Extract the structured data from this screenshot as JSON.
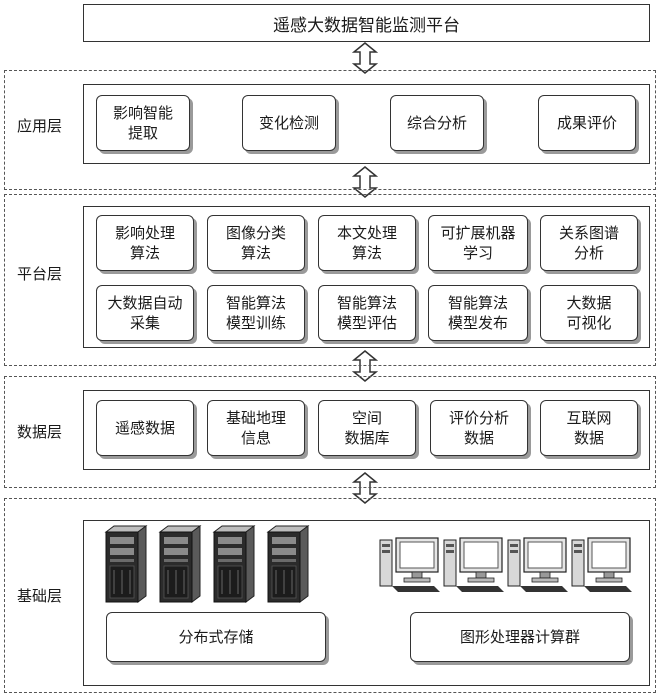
{
  "platform_title": "遥感大数据智能监测平台",
  "layers": {
    "application": {
      "label": "应用层",
      "modules": [
        "影响智能\n提取",
        "变化检测",
        "综合分析",
        "成果评价"
      ]
    },
    "platform": {
      "label": "平台层",
      "row1": [
        "影响处理\n算法",
        "图像分类\n算法",
        "本文处理\n算法",
        "可扩展机器\n学习",
        "关系图谱\n分析"
      ],
      "row2": [
        "大数据自动\n采集",
        "智能算法\n模型训练",
        "智能算法\n模型评估",
        "智能算法\n模型发布",
        "大数据\n可视化"
      ]
    },
    "data": {
      "label": "数据层",
      "modules": [
        "遥感数据",
        "基础地理\n信息",
        "空间\n数据库",
        "评价分析\n数据",
        "互联网\n数据"
      ]
    },
    "infrastructure": {
      "label": "基础层",
      "storage_label": "分布式存储",
      "gpu_label": "图形处理器计算群",
      "server_icon": "server-tower-icon",
      "workstation_icon": "desktop-computer-icon"
    }
  },
  "colors": {
    "border": "#333333",
    "dashed": "#555555",
    "shadow": "#9a9a9a"
  }
}
